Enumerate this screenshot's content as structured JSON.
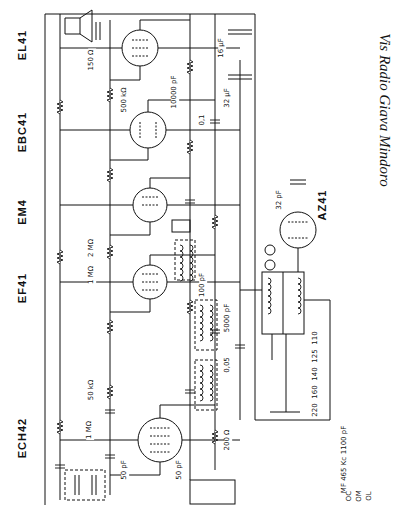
{
  "diagram": {
    "title": "Vis Radio Giava Mindoro",
    "labels": [
      "EL41",
      "EBC41",
      "EM4",
      "EF41",
      "ECH42",
      "AZ41",
      "50 pF",
      "1 MΩ",
      "50 kΩ",
      "32 pF",
      "2 MΩ",
      "1 MΩ",
      "500 kΩ",
      "10000 pF",
      "5000 pF",
      "0,05",
      "0,1",
      "16 µF",
      "32 µF",
      "110",
      "125",
      "140",
      "160",
      "220",
      "1100 pF",
      "MF 465 Kc",
      "OC",
      "OM",
      "OL",
      "100 pF",
      "50 pF",
      "200 Ω",
      "150 Ω"
    ]
  }
}
